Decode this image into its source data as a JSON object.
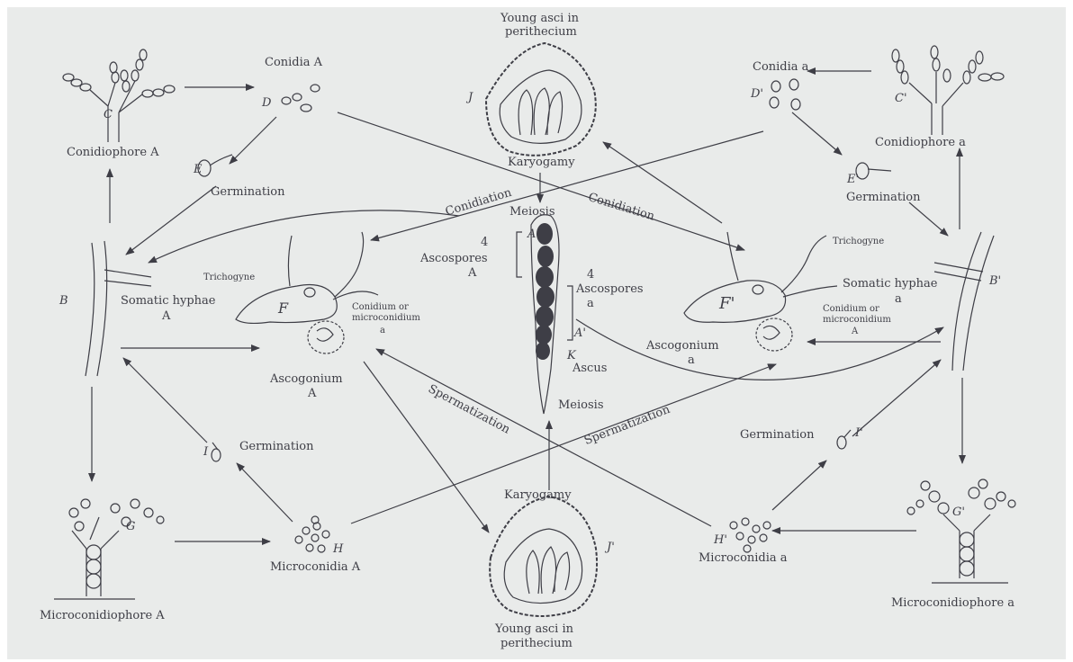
{
  "colors": {
    "paper": "#e9ebea",
    "ink": "#3e3e46",
    "background": "#ffffff"
  },
  "labels": {
    "conidia_A": "Conidia A",
    "conidia_a": "Conidia a",
    "conidiophore_A": "Conidiophore A",
    "conidiophore_a": "Conidiophore a",
    "young_asci_top_1": "Young asci in",
    "young_asci_top_2": "perithecium",
    "young_asci_bottom_1": "Young asci in",
    "young_asci_bottom_2": "perithecium",
    "karyogamy_top": "Karyogamy",
    "karyogamy_bottom": "Karyogamy",
    "meiosis_top": "Meiosis",
    "meiosis_bottom": "Meiosis",
    "germination_E": "Germination",
    "germination_E2": "Germination",
    "germination_I": "Germination",
    "germination_I2": "Germination",
    "conidiation_left": "Conidiation",
    "conidiation_right": "Conidiation",
    "spermatization_left": "Spermatization",
    "spermatization_right": "Spermatization",
    "ascospores_A_num": "4",
    "ascospores_A_1": "Ascospores",
    "ascospores_A_2": "A",
    "ascospores_a_num": "4",
    "ascospores_a_1": "Ascospores",
    "ascospores_a_2": "a",
    "ascus": "Ascus",
    "somatic_A_1": "Somatic hyphae",
    "somatic_A_2": "A",
    "somatic_a_1": "Somatic hyphae",
    "somatic_a_2": "a",
    "trichogyne_left": "Trichogyne",
    "trichogyne_right": "Trichogyne",
    "conidium_left_1": "Conidium or",
    "conidium_left_2": "microconidium",
    "conidium_left_3": "a",
    "conidium_right_1": "Conidium or",
    "conidium_right_2": "microconidium",
    "conidium_right_3": "A",
    "ascogonium_A_1": "Ascogonium",
    "ascogonium_A_2": "A",
    "ascogonium_a_1": "Ascogonium",
    "ascogonium_a_2": "a",
    "microconidia_A": "Microconidia A",
    "microconidia_a": "Microconidia a",
    "microconidiophore_A": "Microconidiophore A",
    "microconidiophore_a": "Microconidiophore a",
    "letter_A": "A",
    "letter_A2": "A'",
    "letter_B": "B",
    "letter_B2": "B'",
    "letter_C": "C",
    "letter_C2": "C'",
    "letter_D": "D",
    "letter_D2": "D'",
    "letter_E": "E",
    "letter_E2": "E'",
    "letter_F": "F",
    "letter_F2": "F'",
    "letter_G": "G",
    "letter_G2": "G'",
    "letter_H": "H",
    "letter_H2": "H'",
    "letter_I": "I",
    "letter_I2": "I'",
    "letter_J": "J",
    "letter_J2": "J'",
    "letter_K": "K"
  }
}
